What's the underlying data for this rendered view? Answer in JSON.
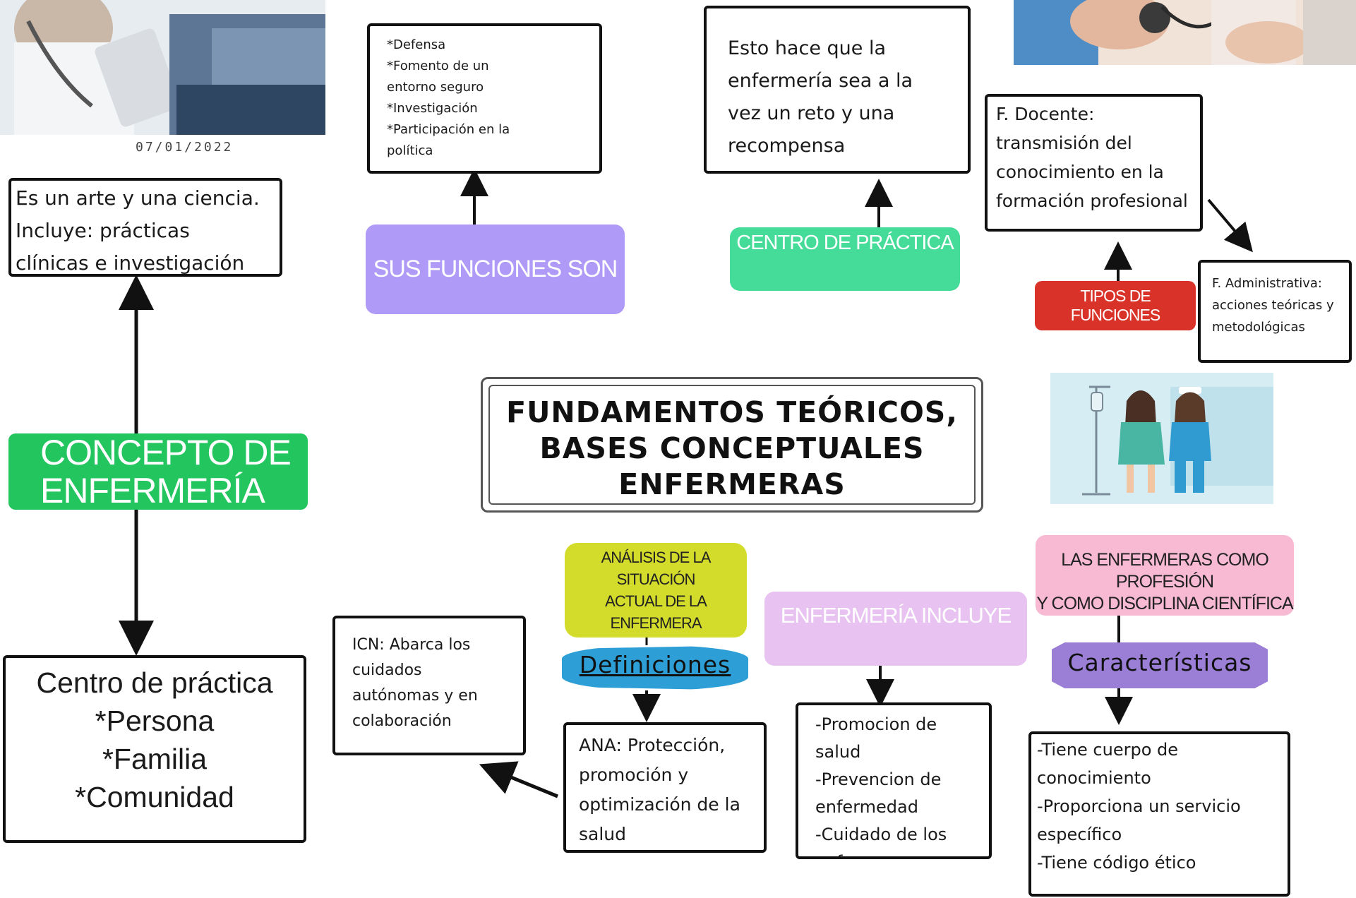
{
  "date": "07/01/2022",
  "title": "FUNDAMENTOS TEÓRICOS,\nBASES CONCEPTUALES\nENFERMERAS",
  "concepto": {
    "label": "CONCEPTO DE\nENFERMERÍA",
    "definition": "Es un arte y una ciencia.\nIncluye: prácticas\nclínicas e investigación",
    "centro": "Centro de práctica\n*Persona\n*Familia\n*Comunidad"
  },
  "funciones": {
    "label": "SUS FUNCIONES SON",
    "list": "*Defensa\n*Fomento de un\nentorno seguro\n*Investigación\n*Participación en la\npolítica"
  },
  "centro_practica": {
    "label": "CENTRO DE PRÁCTICA",
    "text": "Esto hace que la\nenfermería sea a la\nvez un reto y una\nrecompensa"
  },
  "tipos": {
    "label": "TIPOS DE FUNCIONES",
    "docente": "F. Docente:\ntransmisión del\nconocimiento en la\nformación profesional",
    "administrativa": "F. Administrativa:\nacciones teóricas y\nmetodológicas"
  },
  "analisis": {
    "label": "ANÁLISIS DE LA\nSITUACIÓN\nACTUAL DE LA\nENFERMERA",
    "definiciones": "Definiciones",
    "ana": "ANA: Protección,\npromoción y\noptimización de la\nsalud",
    "icn": "ICN: Abarca los\ncuidados\nautónomas y en\ncolaboración"
  },
  "incluye": {
    "label": "ENFERMERÍA INCLUYE",
    "list": "-Promocion de salud\n-Prevencion de\nenfermedad\n-Cuidado de los\nenfermos"
  },
  "profesion": {
    "label": "LAS ENFERMERAS COMO PROFESIÓN\nY COMO DISCIPLINA CIENTÍFICA",
    "caracteristicas": "Características",
    "list": "-Tiene cuerpo de\nconocimiento\n -Proporciona un servicio\nespecífico\n-Tiene código ético"
  },
  "colors": {
    "green_dark": "#22c55e",
    "purple": "#b09af7",
    "mint": "#44dc98",
    "red": "#d93228",
    "yellow": "#d3dc2a",
    "lilac": "#e8c3f1",
    "pink": "#f8b9d3",
    "blue_banner": "#2d9fd6",
    "violet_banner": "#9b7ed6"
  },
  "icons": [
    "nurse-photo",
    "blood-pressure-photo",
    "nurses-illustration",
    "arrow"
  ]
}
